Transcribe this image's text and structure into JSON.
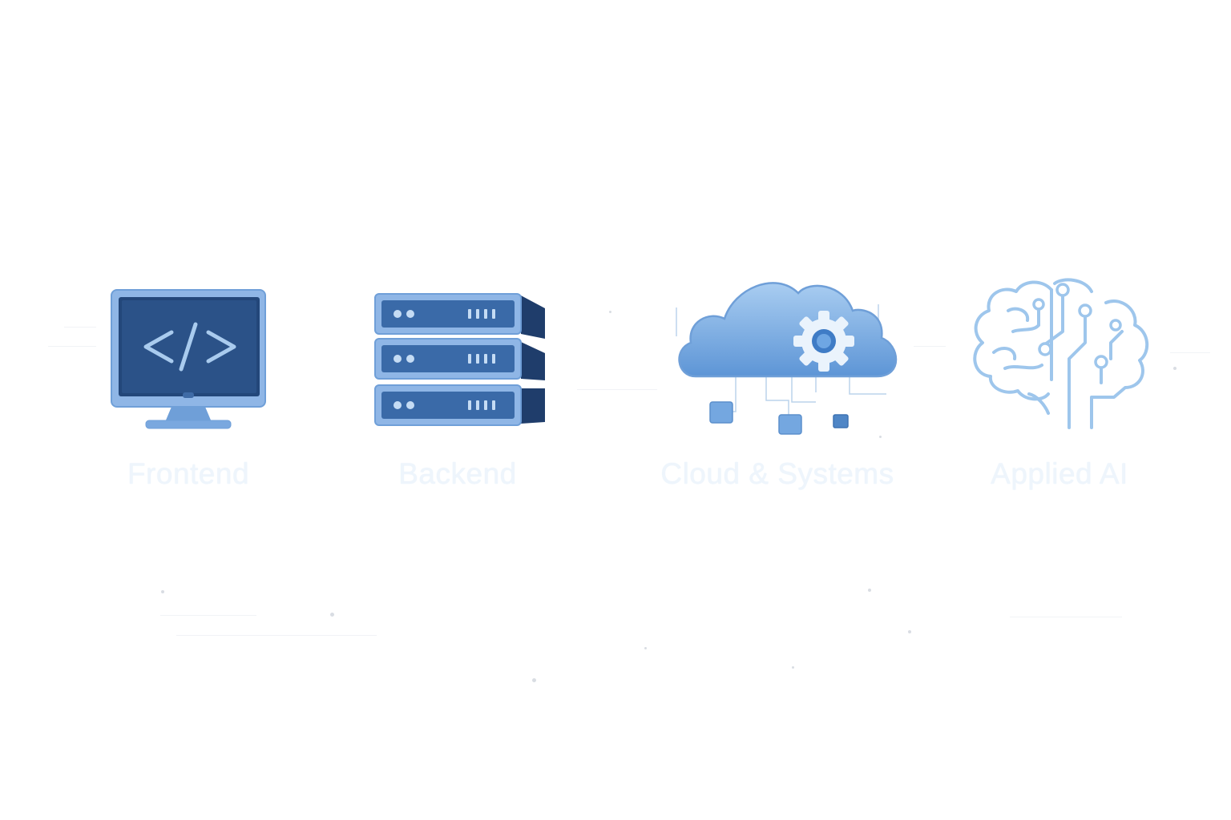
{
  "categories": [
    {
      "label": "Frontend",
      "icon": "monitor-code-icon"
    },
    {
      "label": "Backend",
      "icon": "server-stack-icon"
    },
    {
      "label": "Cloud & Systems",
      "icon": "cloud-gear-icon"
    },
    {
      "label": "Applied AI",
      "icon": "circuit-brain-icon"
    }
  ],
  "colors": {
    "dark_navy": "#1f3d6b",
    "mid_blue": "#6f9fd8",
    "light_blue": "#a9cbee",
    "label_tint": "#eef5fc"
  }
}
